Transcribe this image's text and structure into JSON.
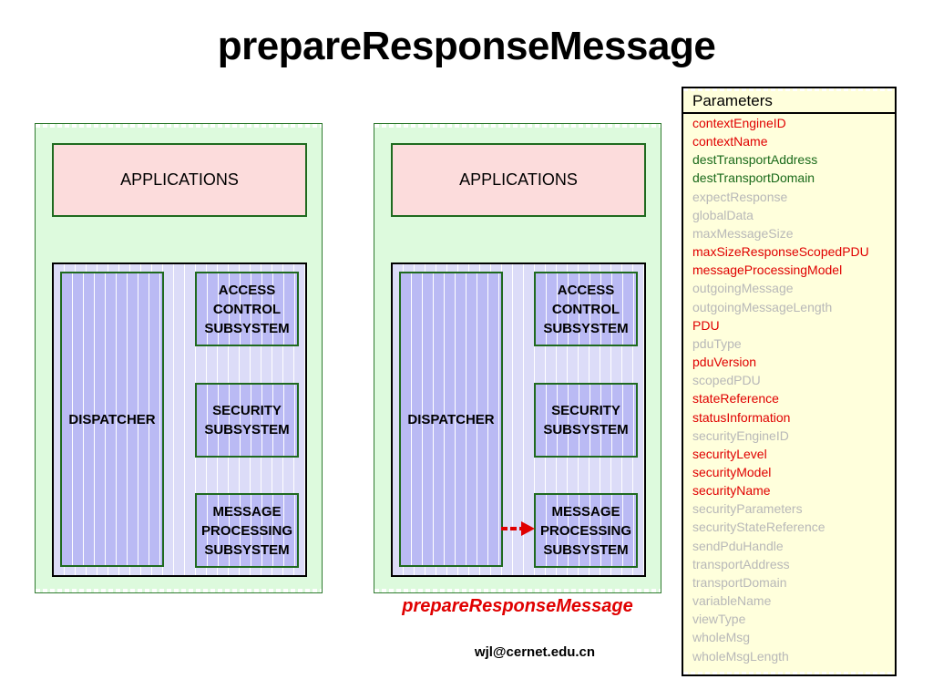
{
  "title": "prepareResponseMessage",
  "colors": {
    "red": "#e00000",
    "green": "#1a6a1a",
    "gray": "#b8b8b8",
    "panel_green": "#ddfadd",
    "apps_pink": "#fcdcdc",
    "subsystem_blue": "#babaf4",
    "params_yellow": "#ffffdc"
  },
  "left_panel": {
    "applications": "APPLICATIONS",
    "dispatcher": "DISPATCHER",
    "access": "ACCESS\nCONTROL\nSUBSYSTEM",
    "security": "SECURITY\nSUBSYSTEM",
    "message": "MESSAGE\nPROCESSING\nSUBSYSTEM"
  },
  "right_panel": {
    "applications": "APPLICATIONS",
    "dispatcher": "DISPATCHER",
    "access": "ACCESS\nCONTROL\nSUBSYSTEM",
    "security": "SECURITY\nSUBSYSTEM",
    "message": "MESSAGE\nPROCESSING\nSUBSYSTEM",
    "arrow": "dispatcher-to-message-processing"
  },
  "caption": "prepareResponseMessage",
  "email": "wjl@cernet.edu.cn",
  "parameters": {
    "header": "Parameters",
    "items": [
      {
        "name": "contextEngineID",
        "color": "#e00000"
      },
      {
        "name": "contextName",
        "color": "#e00000"
      },
      {
        "name": "destTransportAddress",
        "color": "#1a6a1a"
      },
      {
        "name": "destTransportDomain",
        "color": "#1a6a1a"
      },
      {
        "name": "expectResponse",
        "color": "#b8b8b8"
      },
      {
        "name": "globalData",
        "color": "#b8b8b8"
      },
      {
        "name": "maxMessageSize",
        "color": "#b8b8b8"
      },
      {
        "name": "maxSizeResponseScopedPDU",
        "color": "#e00000"
      },
      {
        "name": "messageProcessingModel",
        "color": "#e00000"
      },
      {
        "name": "outgoingMessage",
        "color": "#b8b8b8"
      },
      {
        "name": "outgoingMessageLength",
        "color": "#b8b8b8"
      },
      {
        "name": "PDU",
        "color": "#e00000"
      },
      {
        "name": "pduType",
        "color": "#b8b8b8"
      },
      {
        "name": "pduVersion",
        "color": "#e00000"
      },
      {
        "name": "scopedPDU",
        "color": "#b8b8b8"
      },
      {
        "name": "stateReference",
        "color": "#e00000"
      },
      {
        "name": "statusInformation",
        "color": "#e00000"
      },
      {
        "name": "securityEngineID",
        "color": "#b8b8b8"
      },
      {
        "name": "securityLevel",
        "color": "#e00000"
      },
      {
        "name": "securityModel",
        "color": "#e00000"
      },
      {
        "name": "securityName",
        "color": "#e00000"
      },
      {
        "name": "securityParameters",
        "color": "#b8b8b8"
      },
      {
        "name": "securityStateReference",
        "color": "#b8b8b8"
      },
      {
        "name": "sendPduHandle",
        "color": "#b8b8b8"
      },
      {
        "name": "transportAddress",
        "color": "#b8b8b8"
      },
      {
        "name": "transportDomain",
        "color": "#b8b8b8"
      },
      {
        "name": "variableName",
        "color": "#b8b8b8"
      },
      {
        "name": "viewType",
        "color": "#b8b8b8"
      },
      {
        "name": "wholeMsg",
        "color": "#b8b8b8"
      },
      {
        "name": "wholeMsgLength",
        "color": "#b8b8b8"
      }
    ]
  }
}
